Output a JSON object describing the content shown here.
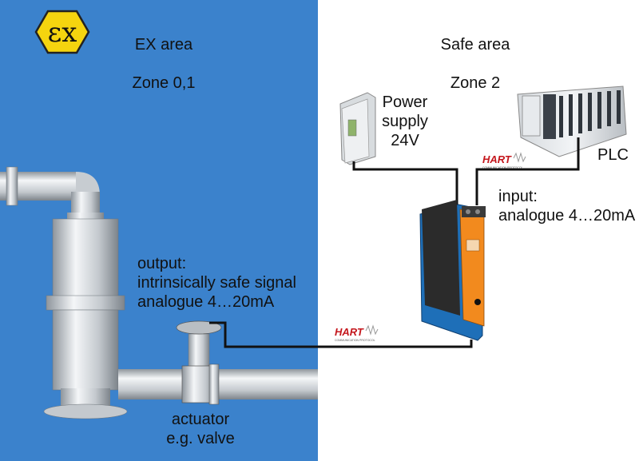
{
  "ex_area": {
    "title": "EX area",
    "zone": "Zone 0,1",
    "badge": "εx"
  },
  "safe_area": {
    "title": "Safe area",
    "zone": "Zone 2"
  },
  "power_supply": {
    "label": "Power\nsupply\n24V"
  },
  "plc": {
    "label": "PLC"
  },
  "input": {
    "label": "input:\nanalogue 4…20mA"
  },
  "output": {
    "label": "output:\nintrinsically safe signal\nanalogue 4…20mA"
  },
  "actuator": {
    "label": "actuator\ne.g. valve"
  },
  "hart": {
    "logo_text": "HART",
    "sub_text": "COMMUNICATION PROTOCOL"
  },
  "colors": {
    "ex_blue": "#3b82cc",
    "warning_yellow": "#f5d40f",
    "hart_red": "#c4161c",
    "module_orange": "#f28a1e",
    "module_blue": "#1e6fb8"
  }
}
